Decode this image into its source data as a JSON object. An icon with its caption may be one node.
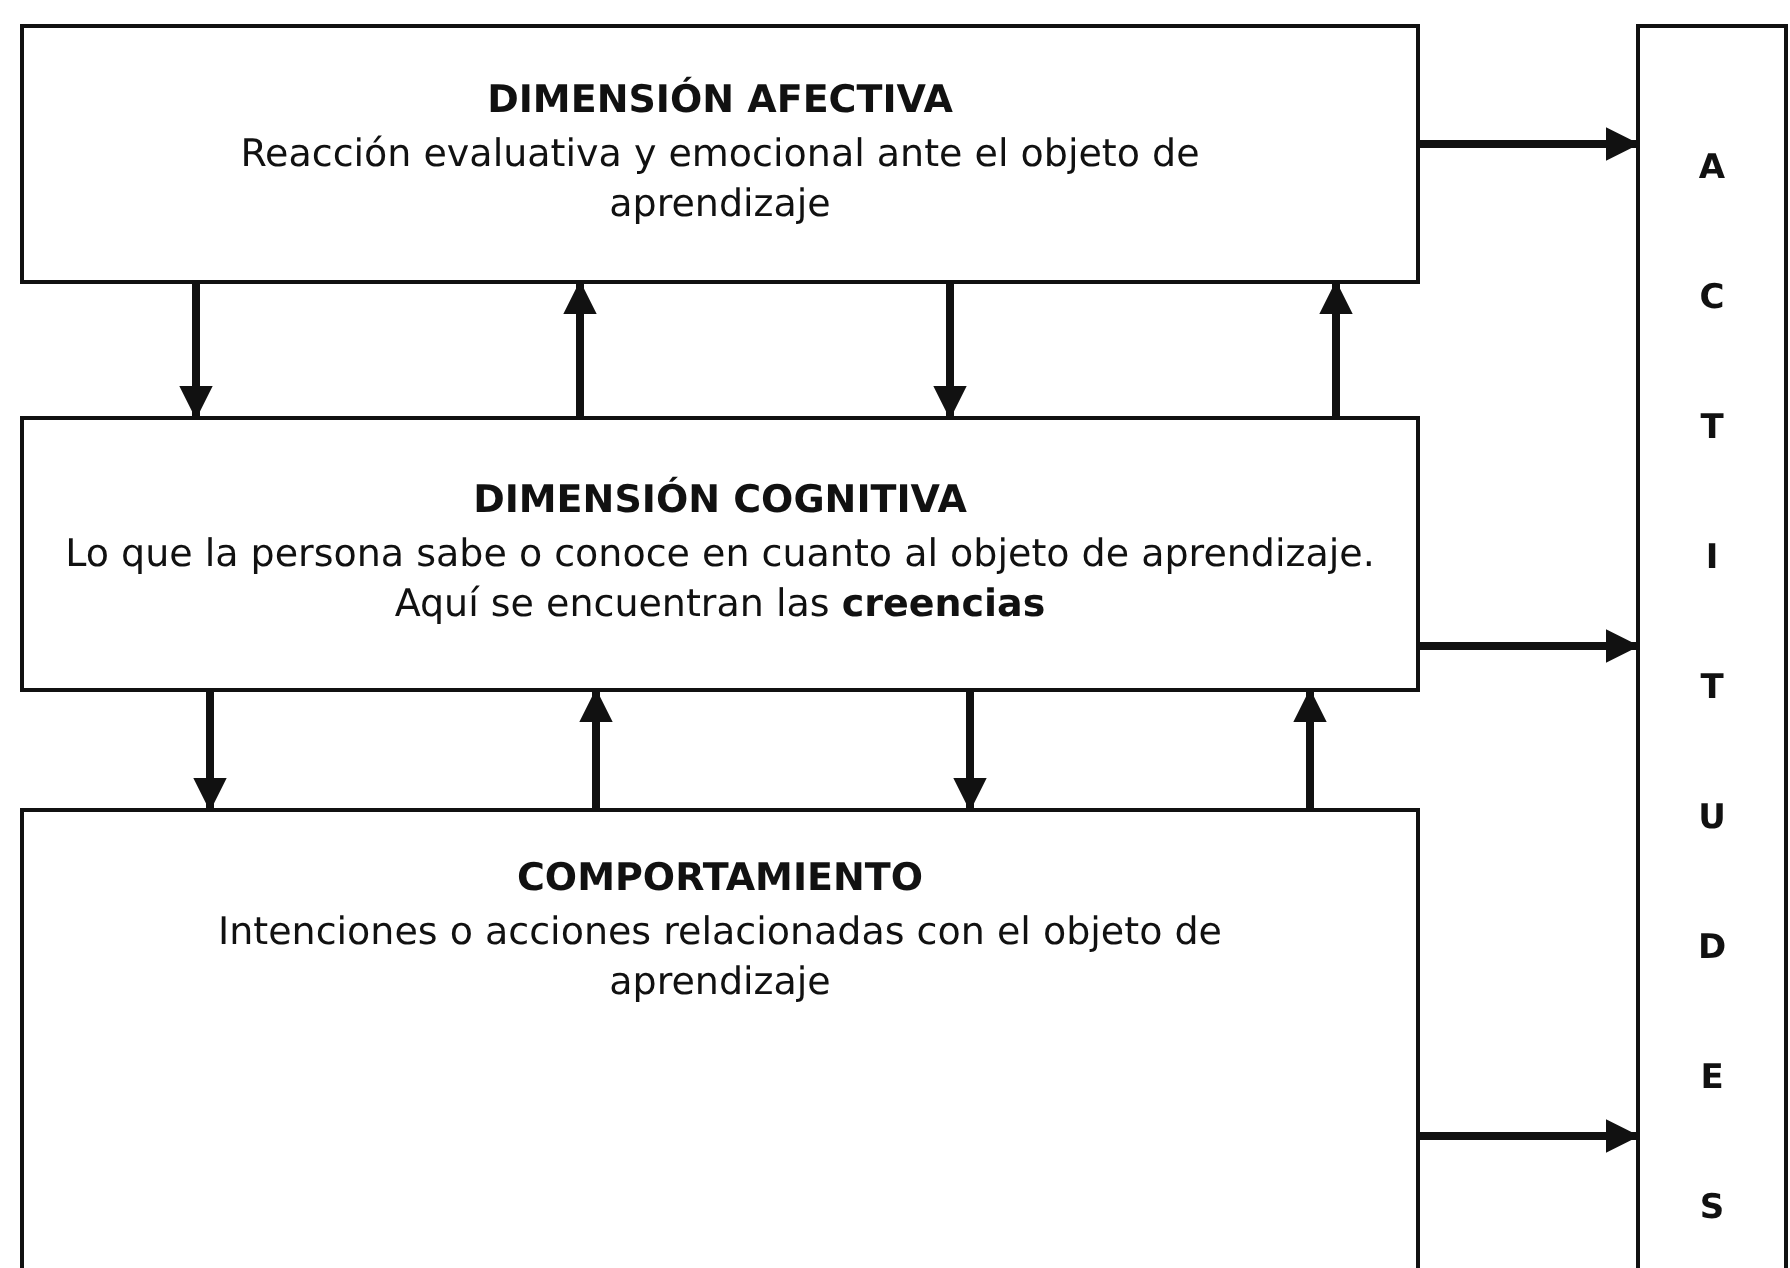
{
  "diagram": {
    "nodes": [
      {
        "text": [
          "DIMENSIÓN AFECTIVA",
          "Reacción evaluativa y emocional ante el objeto de aprendizaje"
        ]
      },
      {
        "text": [
          "DIMENSIÓN COGNITIVA",
          "Lo que la persona sabe o conoce en cuanto al objeto de aprendizaje. Aquí se encuentran las **creencias**"
        ]
      },
      {
        "text": [
          "COMPORTAMIENTO",
          "Intenciones o acciones relacionadas con el objeto de aprendizaje"
        ]
      },
      {
        "text": [
          "ACTITUDES"
        ]
      }
    ],
    "edges": [
      {
        "from": 0,
        "to": 1,
        "arrow": "to"
      },
      {
        "from": 1,
        "to": 0,
        "arrow": "to"
      },
      {
        "from": 0,
        "to": 1,
        "arrow": "to"
      },
      {
        "from": 1,
        "to": 0,
        "arrow": "to"
      },
      {
        "from": 1,
        "to": 2,
        "arrow": "to"
      },
      {
        "from": 2,
        "to": 1,
        "arrow": "to"
      },
      {
        "from": 1,
        "to": 2,
        "arrow": "to"
      },
      {
        "from": 2,
        "to": 1,
        "arrow": "to"
      },
      {
        "from": 0,
        "to": 3,
        "arrow": "to"
      },
      {
        "from": 1,
        "to": 3,
        "arrow": "to"
      },
      {
        "from": 2,
        "to": 3,
        "arrow": "to"
      }
    ]
  }
}
